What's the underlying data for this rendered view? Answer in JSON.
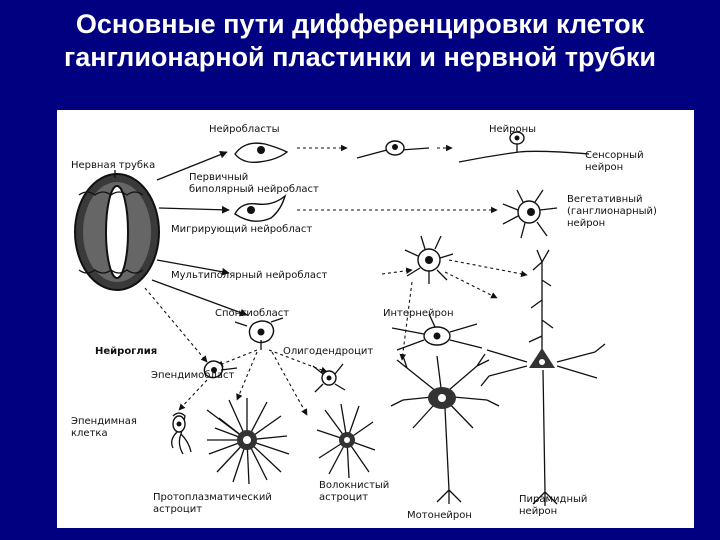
{
  "title": {
    "line1": "Основные пути дифференцировки клеток",
    "line2": "ганглионарной пластинки и нервной трубки"
  },
  "labels": {
    "neuroblasts": "Нейробласты",
    "neurons": "Нейроны",
    "neural_tube": "Нервная трубка",
    "primary_bipolar_1": "Первичный",
    "primary_bipolar_2": "биполярный нейробласт",
    "sensory_1": "Сенсорный",
    "sensory_2": "нейрон",
    "vegetative_1": "Вегетативный",
    "vegetative_2": "(ганглионарный)",
    "vegetative_3": "нейрон",
    "migrating": "Мигрирующий нейробласт",
    "multipolar": "Мультиполярный нейробласт",
    "spongioblast": "Спонгиобласт",
    "interneuron": "Интернейрон",
    "neuroglia": "Нейроглия",
    "oligodendrocyte": "Олигодендроцит",
    "ependymoblast": "Эпендимобласт",
    "ependymal_1": "Эпендимная",
    "ependymal_2": "клетка",
    "protoplasmic_1": "Протоплазматический",
    "protoplasmic_2": "астроцит",
    "fibrous_1": "Волокнистый",
    "fibrous_2": "астроцит",
    "motoneuron": "Мотонейрон",
    "pyramidal_1": "Пирамидный",
    "pyramidal_2": "нейрон"
  }
}
